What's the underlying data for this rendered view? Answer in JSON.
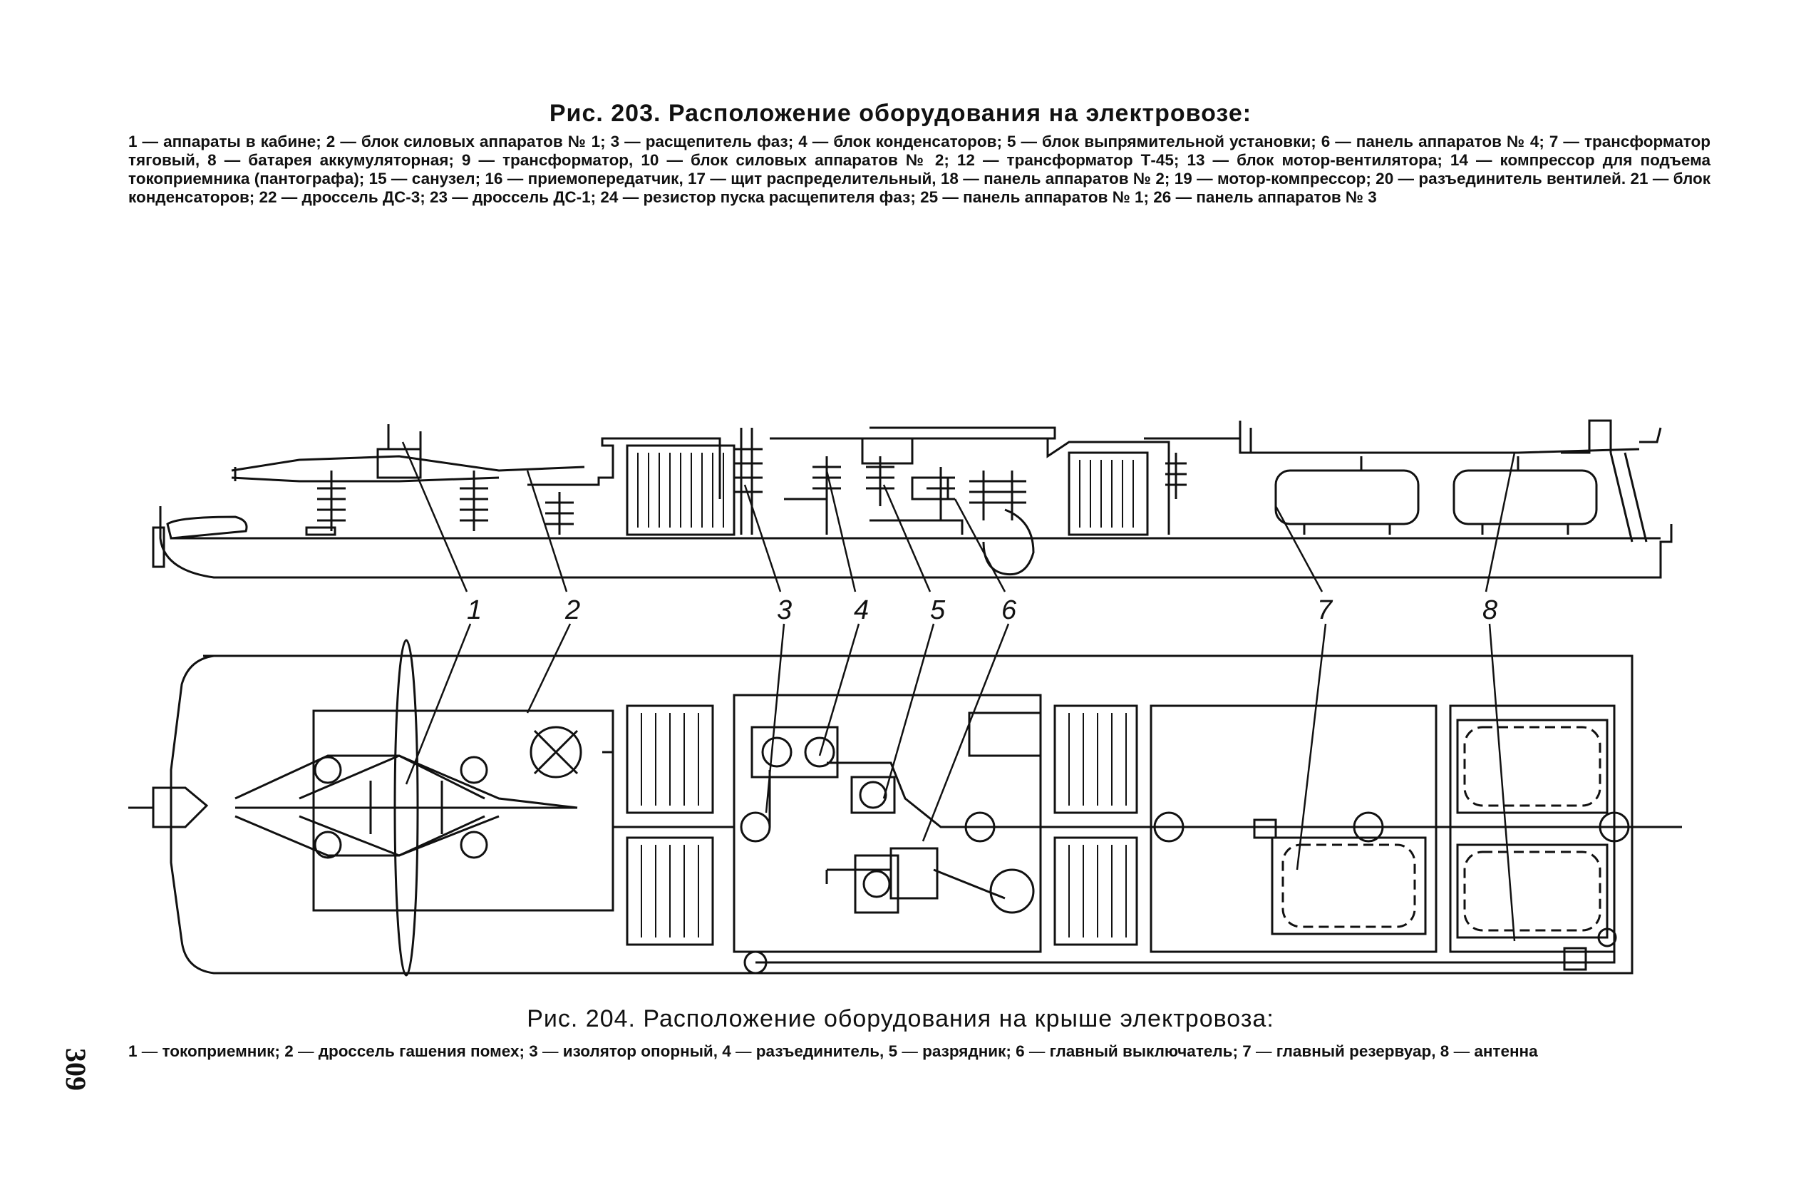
{
  "fig203": {
    "title": "Рис. 203. Расположение оборудования на электровозе:",
    "legend": "1 — аппараты в кабине; 2 — блок силовых аппаратов № 1; 3 — расщепитель фаз; 4 — блок конденсаторов; 5 — блок выпрямительной установки; 6 — панель аппаратов № 4; 7 — трансформатор тяговый, 8 — батарея аккумуляторная; 9 — трансформатор, 10 — блок силовых аппаратов № 2; 12 — трансформатор Т-45; 13 — блок мотор-вентилятора; 14 — компрессор для подъема токоприемника (пантографа); 15 — санузел; 16 — приемопередатчик, 17 — щит распределительный, 18 — панель аппаратов № 2; 19 — мотор-компрессор; 20 — разъединитель вентилей. 21 — блок конденсаторов; 22 — дроссель ДС-3; 23 — дроссель ДС-1; 24 — резистор пуска расщепителя фаз; 25 — панель аппаратов № 1; 26 — панель аппаратов № 3"
  },
  "fig204": {
    "title": "Рис. 204. Расположение оборудования на крыше электровоза:",
    "legend": [
      {
        "num": "1",
        "text": "токоприемник;"
      },
      {
        "num": "2",
        "text": "дроссель гашения помех;"
      },
      {
        "num": "3",
        "text": "изолятор опорный,"
      },
      {
        "num": "4",
        "text": "разъединитель,"
      },
      {
        "num": "5",
        "text": "разрядник;"
      },
      {
        "num": "6",
        "text": "главный выключатель;"
      },
      {
        "num": "7",
        "text": "главный резервуар,"
      },
      {
        "num": "8",
        "text": "антенна"
      }
    ]
  },
  "callouts": [
    "1",
    "2",
    "3",
    "4",
    "5",
    "6",
    "7",
    "8"
  ],
  "page_number": "309"
}
